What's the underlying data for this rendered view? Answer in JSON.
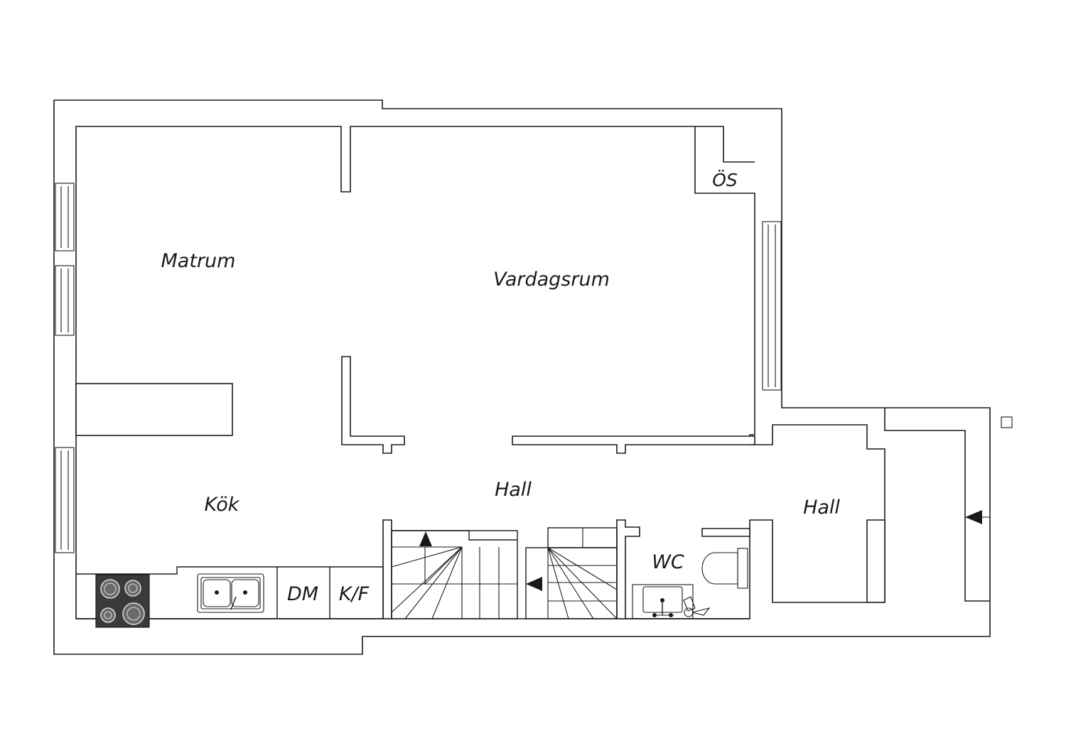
{
  "rooms": {
    "matrum": "Matrum",
    "vardagsrum": "Vardagsrum",
    "os": "ÖS",
    "kok": "Kök",
    "hall_main": "Hall",
    "hall_right": "Hall",
    "wc": "WC",
    "dm": "DM",
    "kf": "K/F"
  },
  "colors": {
    "line": "#1a1a1a",
    "stove": "#3a3a3a",
    "background": "#ffffff"
  },
  "icons": [
    "stove-icon",
    "sink-icon",
    "washbasin-icon",
    "toilet-icon",
    "stair-arrow-icon",
    "entrance-arrow-icon"
  ]
}
